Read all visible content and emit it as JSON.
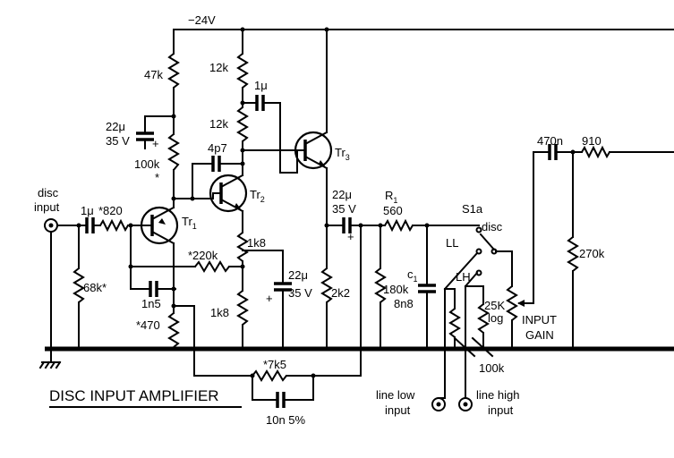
{
  "title": "DISC INPUT AMPLIFIER",
  "supply_label": "−24V",
  "labels": {
    "disc_input_1": "disc",
    "disc_input_2": "input",
    "c_1u_in": "1μ",
    "r_820": "*820",
    "tr1": "Tr",
    "tr1_sub": "1",
    "r_47k": "47k",
    "c_22u_a_1": "22μ",
    "c_22u_a_2": "35 V",
    "plus_a": "+",
    "r_100k_1": "100k",
    "r_100k_2": "*",
    "r_12k_a": "12k",
    "c_1u_mid": "1μ",
    "r_12k_b": "12k",
    "c_4p7": "4p7",
    "tr2": "Tr",
    "tr2_sub": "2",
    "tr3": "Tr",
    "tr3_sub": "3",
    "r_1k8_a": "1k8",
    "r_220k": "*220k",
    "r_68k": "68k*",
    "c_1n5": "1n5",
    "r_470": "*470",
    "c_22u_b_1": "22μ",
    "c_22u_b_2": "35 V",
    "plus_b": "+",
    "r_1k8_b": "1k8",
    "r_2k2": "2k2",
    "c_22u_c_1": "22μ",
    "c_22u_c_2": "35 V",
    "plus_c": "+",
    "r1": "R",
    "r1_sub": "1",
    "r1_val": "560",
    "c1": "c",
    "c1_sub": "1",
    "r_180k": "180k",
    "c_8n8": "8n8",
    "s1a": "S1a",
    "sw_disc": "disc",
    "sw_ll": "LL",
    "sw_lh": "LH",
    "pot_25k_1": "25K",
    "pot_25k_2": "log",
    "r_100k_out": "100k",
    "c_470n": "470n",
    "r_910": "910",
    "r_270k": "270k",
    "input_gain_1": "INPUT",
    "input_gain_2": "GAIN",
    "r_7k5": "*7k5",
    "c_10n": "10n 5%",
    "line_low_1": "line low",
    "line_low_2": "input",
    "line_high_1": "line high",
    "line_high_2": "input"
  }
}
